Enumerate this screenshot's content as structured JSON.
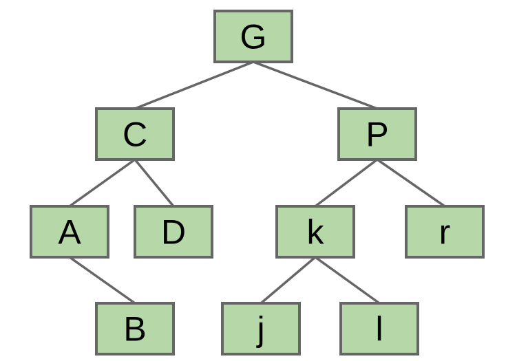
{
  "diagram": {
    "type": "tree",
    "background_color": "#ffffff",
    "node_fill_color": "#b6d7a8",
    "node_border_color": "#666666",
    "edge_color": "#666666",
    "text_color": "#000000",
    "nodes": [
      {
        "id": "G",
        "label": "G",
        "level": 0
      },
      {
        "id": "C",
        "label": "C",
        "level": 1
      },
      {
        "id": "P",
        "label": "P",
        "level": 1
      },
      {
        "id": "A",
        "label": "A",
        "level": 2
      },
      {
        "id": "D",
        "label": "D",
        "level": 2
      },
      {
        "id": "k",
        "label": "k",
        "level": 2
      },
      {
        "id": "r",
        "label": "r",
        "level": 2
      },
      {
        "id": "B",
        "label": "B",
        "level": 3
      },
      {
        "id": "j",
        "label": "j",
        "level": 3
      },
      {
        "id": "l",
        "label": "l",
        "level": 3
      }
    ],
    "edges": [
      {
        "from": "G",
        "to": "C"
      },
      {
        "from": "G",
        "to": "P"
      },
      {
        "from": "C",
        "to": "A"
      },
      {
        "from": "C",
        "to": "D"
      },
      {
        "from": "P",
        "to": "k"
      },
      {
        "from": "P",
        "to": "r"
      },
      {
        "from": "A",
        "to": "B"
      },
      {
        "from": "k",
        "to": "j"
      },
      {
        "from": "k",
        "to": "l"
      }
    ]
  }
}
